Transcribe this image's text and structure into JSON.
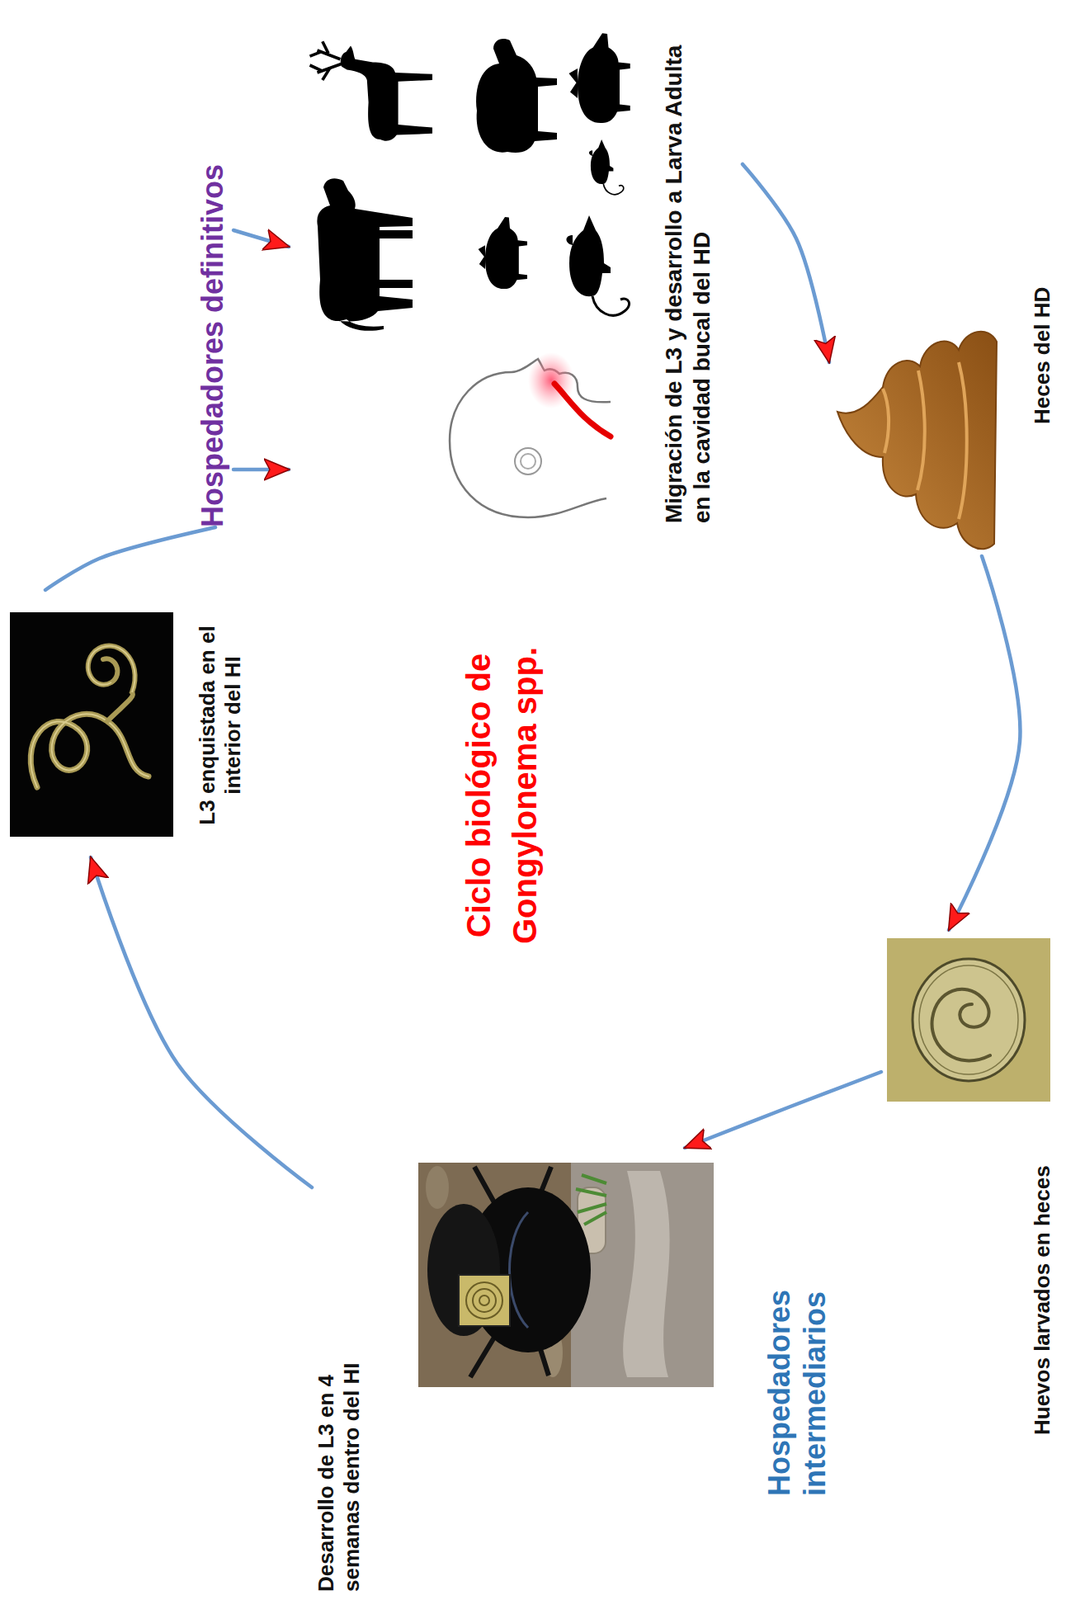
{
  "diagram": {
    "title": "Ciclo biológico de Gongylonema spp.",
    "nodes": [
      {
        "text": [
          "L3 enquistada en el interior del HI"
        ]
      },
      {
        "text": [
          "Hospedadores definitivos"
        ]
      },
      {
        "text": [
          "Migración de L3 y desarrollo a Larva Adulta en la cavidad bucal del HD"
        ]
      },
      {
        "text": [
          "Heces del HD"
        ]
      },
      {
        "text": [
          "Huevos larvados en heces"
        ]
      },
      {
        "text": [
          "Desarrollo de L3 en 4 semanas dentro del HI",
          "Hospedadores intermediarios"
        ]
      }
    ],
    "edges": [
      {
        "from": 0,
        "to": 1,
        "arrow": "none"
      },
      {
        "from": 1,
        "to": 2,
        "arrow": "to"
      },
      {
        "from": 1,
        "to": 2,
        "arrow": "to"
      },
      {
        "from": 2,
        "to": 3,
        "arrow": "to"
      },
      {
        "from": 3,
        "to": 4,
        "arrow": "to"
      },
      {
        "from": 4,
        "to": 5,
        "arrow": "to"
      },
      {
        "from": 5,
        "to": 0,
        "arrow": "to"
      }
    ]
  }
}
